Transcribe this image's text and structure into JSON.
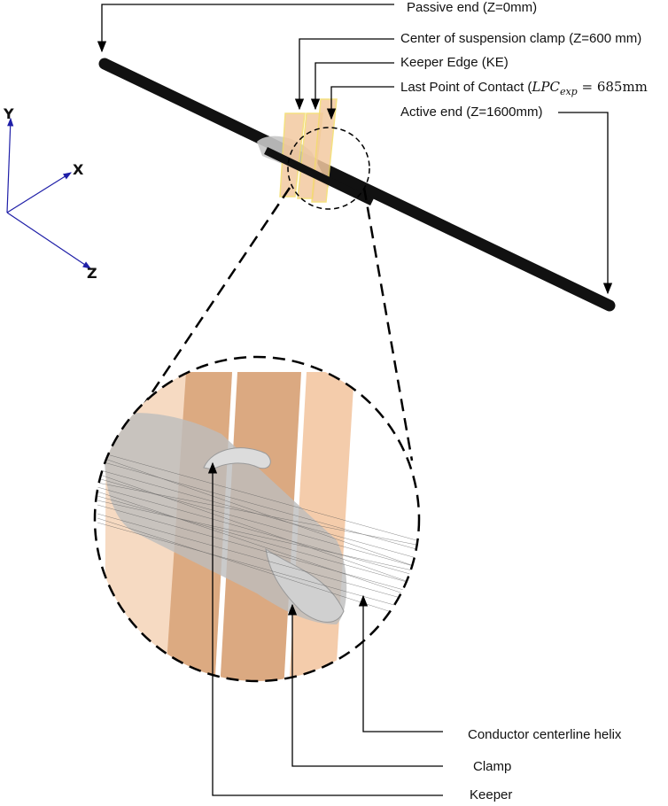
{
  "colors": {
    "conductor": "#111111",
    "plane_fill": "#f3c9a0",
    "plane_edge": "#f3dc6a",
    "band_fill": "#d9a47a",
    "sheath": "#c7c7c7",
    "axis": "#1f1fa8",
    "leader": "#000000"
  },
  "axes": {
    "y_label": "Y",
    "x_label": "X",
    "z_label": "Z"
  },
  "labels": {
    "passive_end": "Passive end (Z=0mm)",
    "clamp_center": "Center of suspension clamp (Z=600 mm)",
    "keeper_edge": "Keeper Edge (KE)",
    "lpc_prefix": "Last Point of Contact (",
    "lpc_symbol": "LPC",
    "lpc_sub": "exp",
    "lpc_value": " = 685mm",
    "active_end": "Active end (Z=1600mm)",
    "conductor_helix": "Conductor centerline helix",
    "clamp": "Clamp",
    "keeper": "Keeper"
  }
}
